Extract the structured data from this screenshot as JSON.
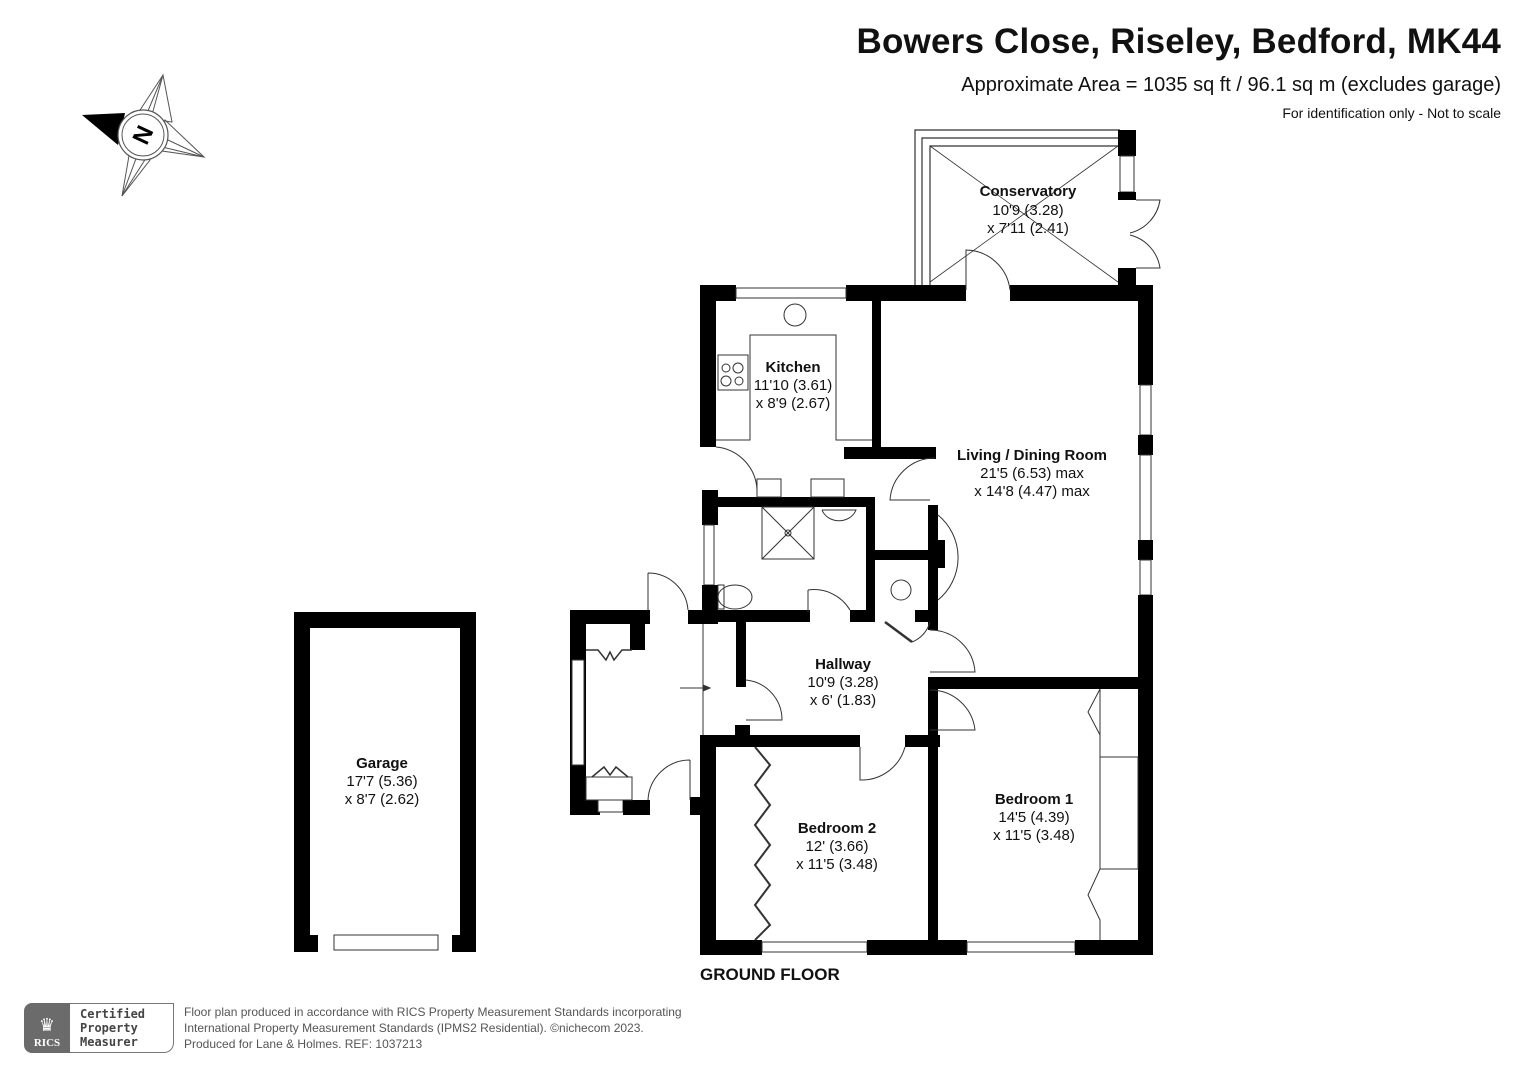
{
  "header": {
    "title": "Bowers Close, Riseley, Bedford, MK44",
    "area": "Approximate Area = 1035 sq ft / 96.1 sq m (excludes garage)",
    "note": "For identification only - Not to scale"
  },
  "compass": {
    "letter": "N",
    "icon": "compass-rose-icon"
  },
  "floor_label": "GROUND FLOOR",
  "rooms": {
    "conservatory": {
      "name": "Conservatory",
      "dim1": "10'9 (3.28)",
      "dim2": "x 7'11 (2.41)"
    },
    "kitchen": {
      "name": "Kitchen",
      "dim1": "11'10 (3.61)",
      "dim2": "x 8'9 (2.67)"
    },
    "living": {
      "name": "Living / Dining Room",
      "dim1": "21'5 (6.53) max",
      "dim2": "x 14'8 (4.47) max"
    },
    "hallway": {
      "name": "Hallway",
      "dim1": "10'9 (3.28)",
      "dim2": "x 6' (1.83)"
    },
    "bedroom1": {
      "name": "Bedroom 1",
      "dim1": "14'5 (4.39)",
      "dim2": "x 11'5 (3.48)"
    },
    "bedroom2": {
      "name": "Bedroom 2",
      "dim1": "12' (3.66)",
      "dim2": "x 11'5 (3.48)"
    },
    "garage": {
      "name": "Garage",
      "dim1": "17'7 (5.36)",
      "dim2": "x 8'7 (2.62)"
    }
  },
  "footer": {
    "badge_org": "RICS",
    "badge_lines": [
      "Certified",
      "Property",
      "Measurer"
    ],
    "lines": [
      "Floor plan produced in accordance with RICS Property Measurement Standards incorporating",
      "International Property Measurement Standards (IPMS2 Residential).   ©nichecom 2023.",
      "Produced for Lane & Holmes.   REF: 1037213"
    ]
  },
  "colors": {
    "wall": "#000000",
    "line": "#333333",
    "footer_grey": "#6b6b6b"
  }
}
